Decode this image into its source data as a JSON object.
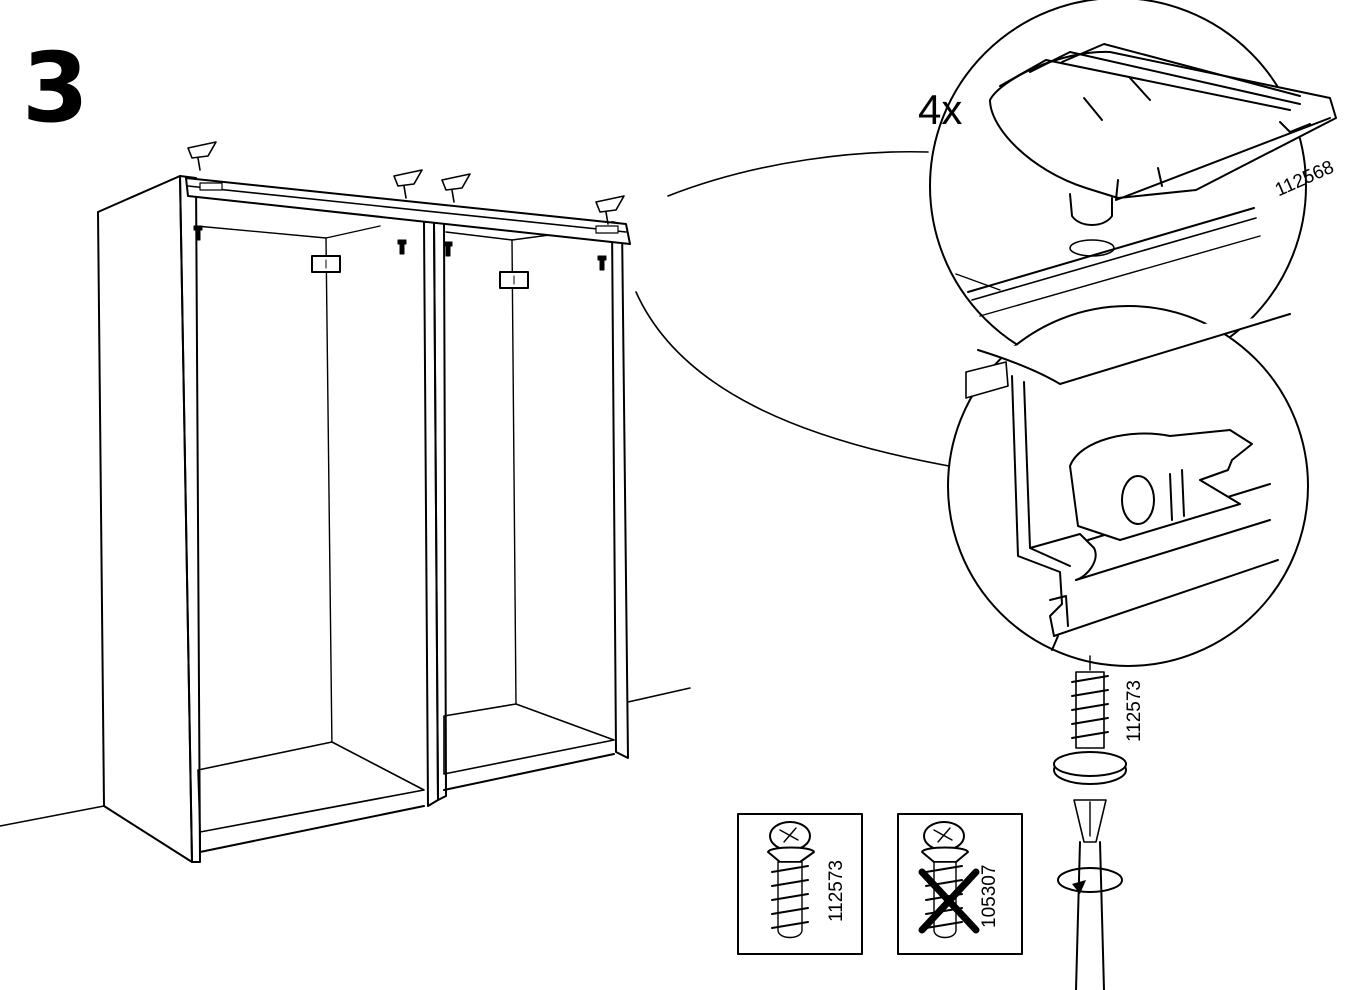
{
  "step": {
    "number": "3"
  },
  "clip": {
    "quantity": "4x",
    "part_number": "112568"
  },
  "screw": {
    "part_number": "112573"
  },
  "comparison": {
    "correct": {
      "part_number": "112573"
    },
    "incorrect": {
      "part_number": "105307"
    }
  },
  "icons": {
    "wardrobe": "wardrobe-frame-illustration",
    "clip": "rail-clip-illustration",
    "rail": "rail-profile-illustration",
    "screw": "screw-illustration",
    "screwdriver": "screwdriver-illustration",
    "rotation": "rotate-arrow-icon",
    "wrong": "cross-mark-icon"
  },
  "colors": {
    "ink": "#000000",
    "paper": "#ffffff"
  }
}
